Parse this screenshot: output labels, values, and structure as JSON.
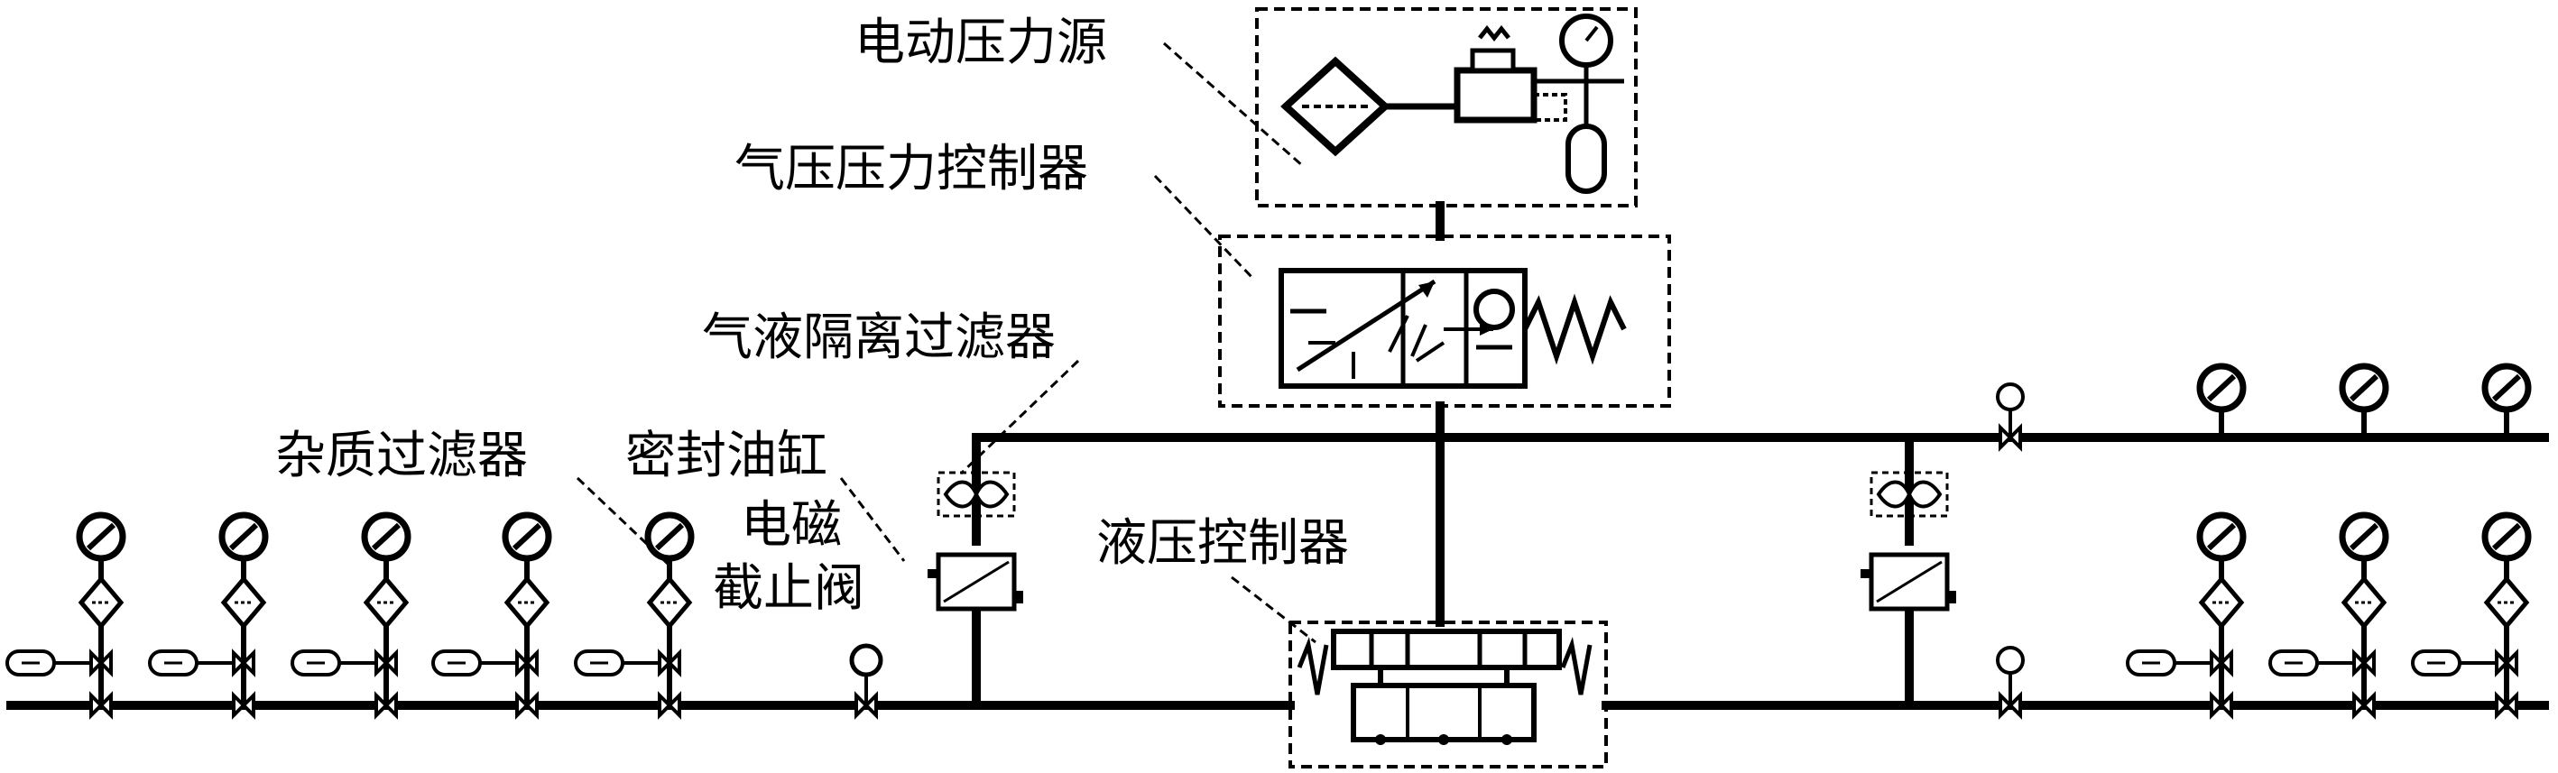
{
  "labels": {
    "electric_pressure_source": "电动压力源",
    "pneumatic_pressure_controller": "气压压力控制器",
    "gas_liquid_isolation_filter": "气液隔离过滤器",
    "impurity_filter": "杂质过滤器",
    "sealed_oil_cylinder": "密封油缸",
    "solenoid_valve_line1": "电磁",
    "solenoid_valve_line2": "截止阀",
    "hydraulic_controller": "液压控制器"
  },
  "colors": {
    "stroke": "#000000",
    "background": "#ffffff"
  }
}
